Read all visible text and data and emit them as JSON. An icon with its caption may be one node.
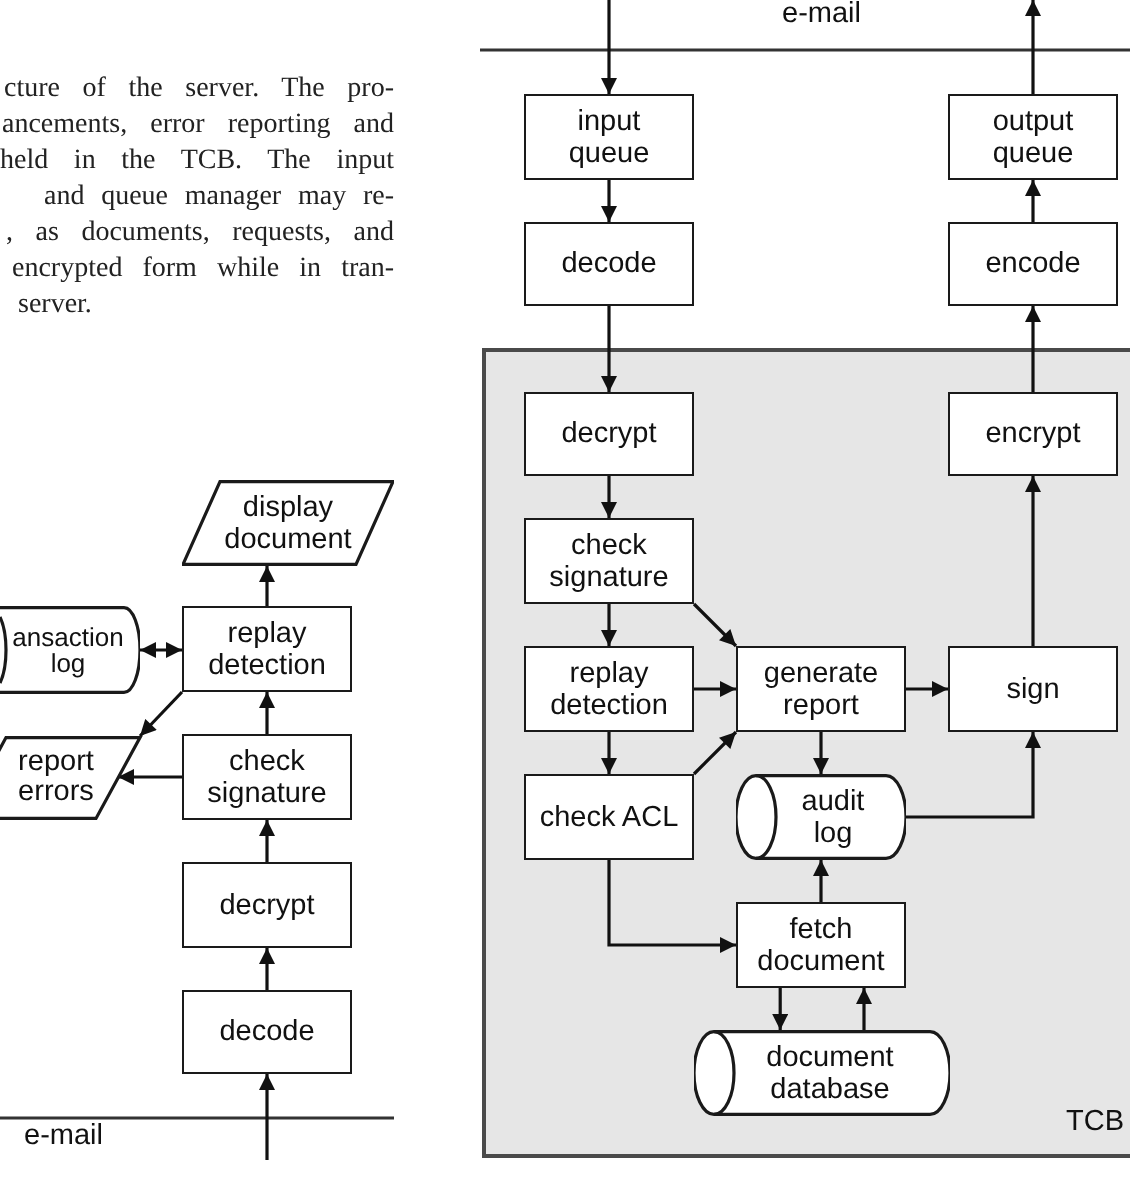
{
  "diagram": {
    "nodes": [
      {
        "text": [
          "display document"
        ]
      },
      {
        "text": [
          "ansaction log"
        ]
      },
      {
        "text": [
          "replay detection"
        ]
      },
      {
        "text": [
          "report errors"
        ]
      },
      {
        "text": [
          "check signature"
        ]
      },
      {
        "text": [
          "decrypt"
        ]
      },
      {
        "text": [
          "decode"
        ]
      },
      {
        "text": [
          "input queue"
        ]
      },
      {
        "text": [
          "output queue"
        ]
      },
      {
        "text": [
          "decode"
        ]
      },
      {
        "text": [
          "encode"
        ]
      },
      {
        "text": [
          "TCB"
        ]
      },
      {
        "text": [
          "decrypt"
        ],
        "in": 11
      },
      {
        "text": [
          "encrypt"
        ],
        "in": 11
      },
      {
        "text": [
          "check signature"
        ],
        "in": 11
      },
      {
        "text": [
          "replay detection"
        ],
        "in": 11
      },
      {
        "text": [
          "generate report"
        ],
        "in": 11
      },
      {
        "text": [
          "sign"
        ],
        "in": 11
      },
      {
        "text": [
          "check ACL"
        ],
        "in": 11
      },
      {
        "text": [
          "audit log"
        ],
        "in": 11
      },
      {
        "text": [
          "fetch document"
        ],
        "in": 11
      },
      {
        "text": [
          "document database"
        ],
        "in": 11
      }
    ],
    "edges": [
      {
        "from": 2,
        "to": 0,
        "arrow": "to"
      },
      {
        "from": 1,
        "to": 2,
        "arrow": "both"
      },
      {
        "from": 2,
        "to": 3,
        "arrow": "to"
      },
      {
        "from": 4,
        "to": 3,
        "arrow": "to"
      },
      {
        "from": 4,
        "to": 2,
        "arrow": "to"
      },
      {
        "from": 5,
        "to": 4,
        "arrow": "to"
      },
      {
        "from": 6,
        "to": 5,
        "arrow": "to"
      },
      {
        "from": null,
        "to": 6,
        "arrow": "to"
      },
      {
        "from": null,
        "to": 7,
        "arrow": "to"
      },
      {
        "from": 7,
        "to": 9,
        "arrow": "to"
      },
      {
        "from": 8,
        "to": null,
        "arrow": "to"
      },
      {
        "from": 10,
        "to": 8,
        "arrow": "to"
      },
      {
        "from": 9,
        "to": 12,
        "arrow": "to"
      },
      {
        "from": 13,
        "to": 10,
        "arrow": "to"
      },
      {
        "from": 12,
        "to": 14,
        "arrow": "to"
      },
      {
        "from": 14,
        "to": 15,
        "arrow": "to"
      },
      {
        "from": 14,
        "to": 16,
        "arrow": "to"
      },
      {
        "from": 15,
        "to": 16,
        "arrow": "to"
      },
      {
        "from": 16,
        "to": 17,
        "arrow": "to"
      },
      {
        "from": 17,
        "to": 13,
        "arrow": "to"
      },
      {
        "from": 15,
        "to": 18,
        "arrow": "to"
      },
      {
        "from": 18,
        "to": 16,
        "arrow": "to"
      },
      {
        "from": 16,
        "to": 19,
        "arrow": "to"
      },
      {
        "from": 19,
        "to": 17,
        "arrow": "to"
      },
      {
        "from": 20,
        "to": 19,
        "arrow": "to"
      },
      {
        "from": 18,
        "to": 20,
        "arrow": "to"
      },
      {
        "from": 20,
        "to": 21,
        "arrow": "to"
      },
      {
        "from": 21,
        "to": 20,
        "arrow": "to"
      }
    ],
    "labels": [
      "cture of the server. The pro-",
      "ancements, error reporting and",
      "held in the TCB. The input",
      "and queue manager may re-",
      ", as documents, requests, and",
      "encrypted form while in tran-",
      "server.",
      "e-mail",
      "e-mail"
    ]
  }
}
